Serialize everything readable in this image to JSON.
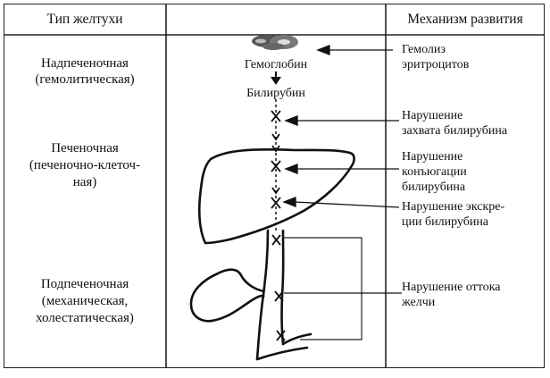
{
  "table": {
    "header_left": "Тип желтухи",
    "header_right": "Механизм развития"
  },
  "types": {
    "prehepatic_line1": "Надпеченочная",
    "prehepatic_line2": "(гемолитическая)",
    "hepatic_line1": "Печеночная",
    "hepatic_line2": "(печеночно-клеточ-",
    "hepatic_line3": "ная)",
    "posthepatic_line1": "Подпеченочная",
    "posthepatic_line2": "(механическая,",
    "posthepatic_line3": "холестатическая)"
  },
  "diagram": {
    "hemoglobin": "Гемоглобин",
    "bilirubin": "Билирубин"
  },
  "mechanisms": {
    "m1_line1": "Гемолиз",
    "m1_line2": "эритроцитов",
    "m2_line1": "Нарушение",
    "m2_line2": "захвата билирубина",
    "m3_line1": "Нарушение",
    "m3_line2": "конъюгации",
    "m3_line3": "билирубина",
    "m4_line1": "Нарушение экскре-",
    "m4_line2": "ции билирубина",
    "m5_line1": "Нарушение оттока",
    "m5_line2": "желчи"
  }
}
